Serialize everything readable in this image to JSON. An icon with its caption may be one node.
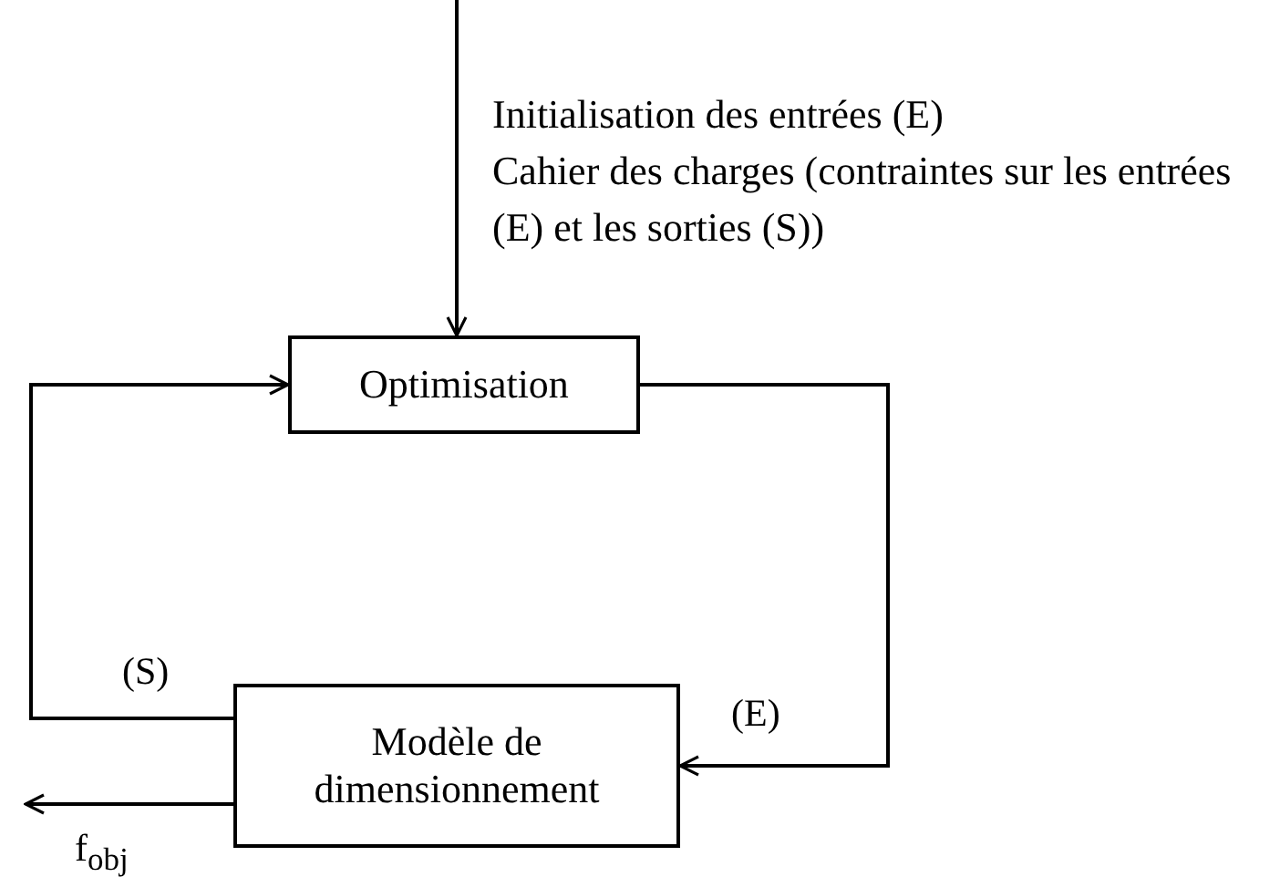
{
  "diagram": {
    "nodes": [
      {
        "text": [
          "Optimisation"
        ]
      },
      {
        "text": [
          "Modèle de dimensionnement"
        ]
      }
    ],
    "edges": [
      {
        "from": null,
        "to": 0,
        "arrow": "to"
      },
      {
        "from": 0,
        "to": 1,
        "label": "(E)",
        "arrow": "to"
      },
      {
        "from": 1,
        "to": 0,
        "label": "(S)",
        "arrow": "to"
      },
      {
        "from": 1,
        "to": null,
        "label": "f$_{obj}$",
        "arrow": "to"
      }
    ],
    "labels": [
      "Initialisation des entrées (E)",
      "Cahier des charges (contraintes sur  les entrées (E) et les sorties (S))"
    ]
  }
}
